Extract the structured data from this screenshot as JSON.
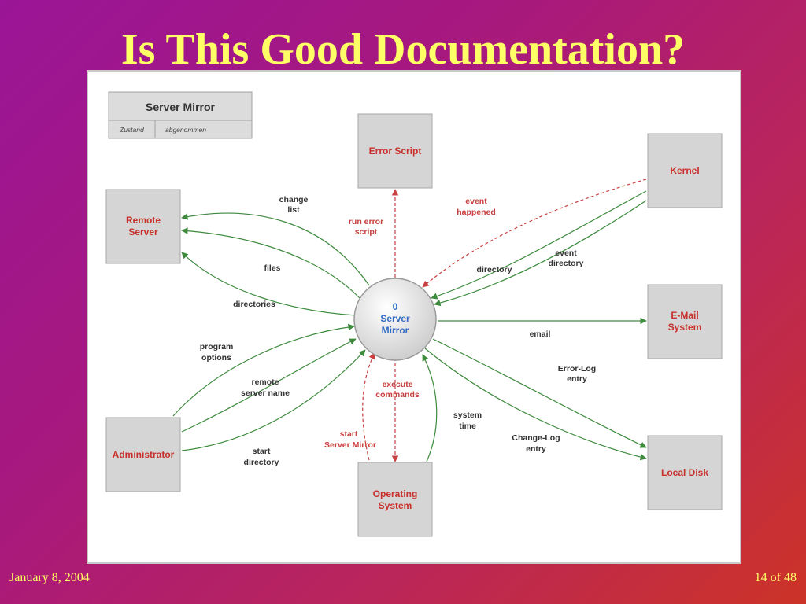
{
  "slide": {
    "title": "Is This Good Documentation?",
    "date": "January 8, 2004",
    "page": "14 of 48"
  },
  "colors": {
    "title": "#ffff66",
    "entity_label": "#c8302c",
    "process_label": "#2f6cc4",
    "flow": "#3d8a3d",
    "control_flow": "#c84040",
    "entity_fill": "#d5d5d5"
  },
  "legend": {
    "title": "Server Mirror",
    "field": "Zustand",
    "value": "abgenommen"
  },
  "process": {
    "number": "0",
    "line1": "Server",
    "line2": "Mirror"
  },
  "entities": {
    "error_script": "Error Script",
    "kernel": "Kernel",
    "remote_server": [
      "Remote",
      "Server"
    ],
    "email_system": [
      "E-Mail",
      "System"
    ],
    "administrator": "Administrator",
    "local_disk": "Local Disk",
    "operating_system": [
      "Operating",
      "System"
    ]
  },
  "flows": {
    "change_list": [
      "change",
      "list"
    ],
    "files": "files",
    "directories": "directories",
    "run_error_script": [
      "run error",
      "script"
    ],
    "event_happened": [
      "event",
      "happened"
    ],
    "directory": "directory",
    "event_directory": [
      "event",
      "directory"
    ],
    "email": "email",
    "error_log_entry": [
      "Error-Log",
      "entry"
    ],
    "change_log_entry": [
      "Change-Log",
      "entry"
    ],
    "program_options": [
      "program",
      "options"
    ],
    "remote_server_name": [
      "remote",
      "server name"
    ],
    "start_directory": [
      "start",
      "directory"
    ],
    "execute_commands": [
      "execute",
      "commands"
    ],
    "start_server_mirror": [
      "start",
      "Server Mirror"
    ],
    "system_time": [
      "system",
      "time"
    ]
  }
}
